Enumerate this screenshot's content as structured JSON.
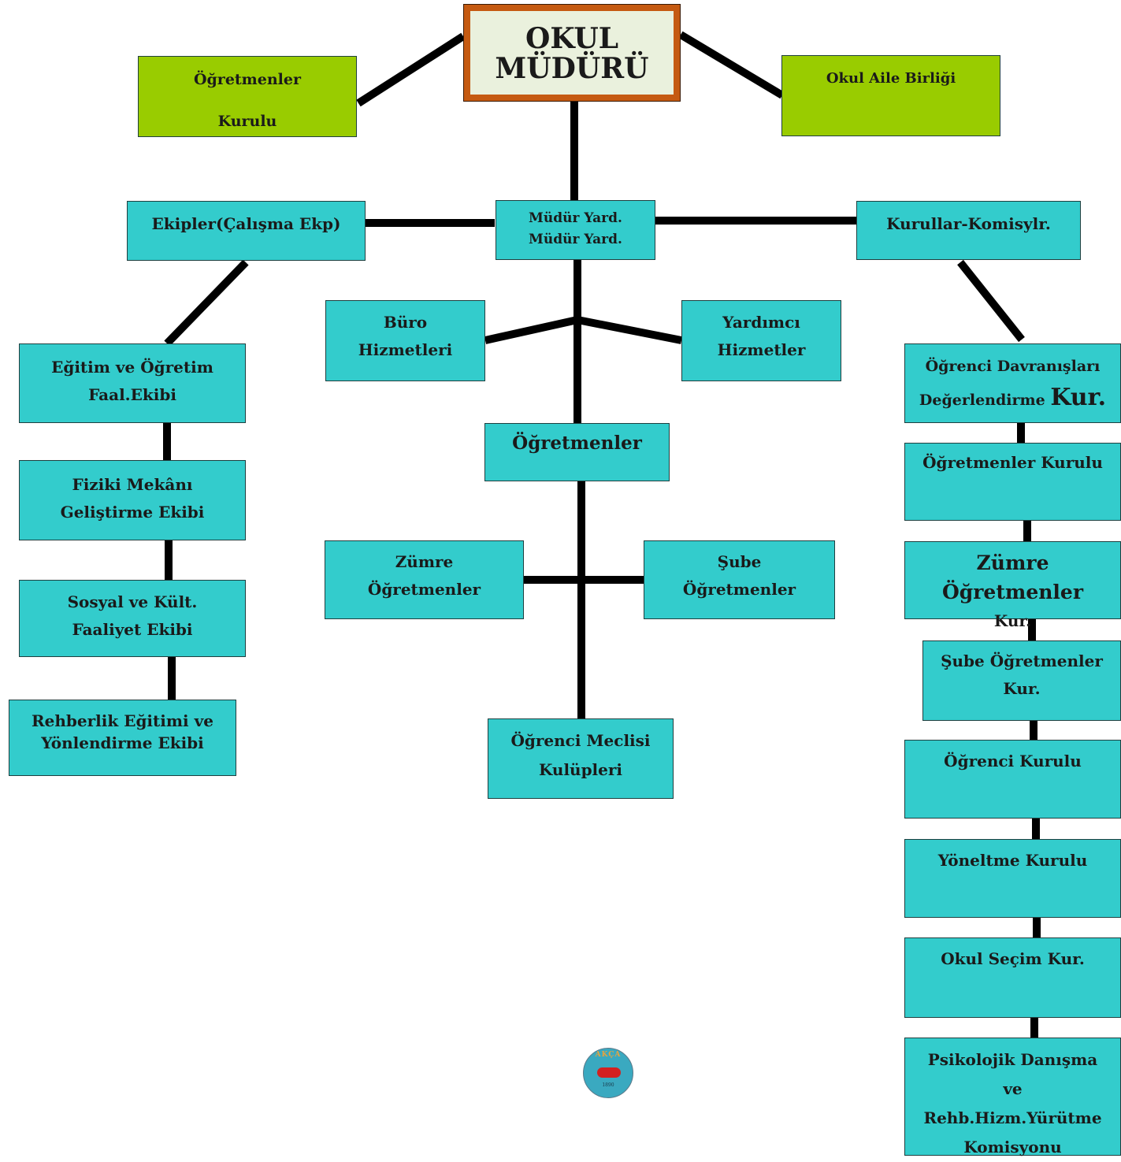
{
  "root": {
    "lines": [
      "OKUL",
      "MÜDÜRÜ"
    ]
  },
  "top_left": {
    "lines": [
      "Öğretmenler",
      "Kurulu"
    ]
  },
  "top_right": {
    "lines": [
      "Okul Aile Birliği"
    ]
  },
  "center": {
    "lines": [
      "Müdür Yard.",
      "Müdür Yard."
    ]
  },
  "left_header": {
    "lines": [
      "Ekipler(Çalışma Ekp)"
    ]
  },
  "right_header": {
    "lines": [
      "Kurullar-Komisylr."
    ]
  },
  "buro": {
    "lines": [
      "Büro",
      "Hizmetleri"
    ]
  },
  "yardimci": {
    "lines": [
      "Yardımcı",
      "Hizmetler"
    ]
  },
  "ogretmenler": {
    "lines": [
      "Öğretmenler"
    ]
  },
  "zumre": {
    "lines": [
      "Zümre",
      "Öğretmenler"
    ]
  },
  "sube": {
    "lines": [
      "Şube",
      "Öğretmenler"
    ]
  },
  "meclis": {
    "lines": [
      "Öğrenci Meclisi",
      "Kulüpleri"
    ]
  },
  "left_column": [
    {
      "lines": [
        "Eğitim ve Öğretim",
        "Faal.Ekibi"
      ]
    },
    {
      "lines": [
        "Fiziki Mekânı",
        "Geliştirme Ekibi"
      ]
    },
    {
      "lines": [
        "Sosyal ve Kült.",
        "Faaliyet Ekibi"
      ]
    },
    {
      "lines": [
        "Rehberlik Eğitimi ve",
        "Yönlendirme  Ekibi"
      ]
    }
  ],
  "right_column": [
    {
      "lines": [
        "Öğrenci Davranışları",
        "Değerlendirme"
      ],
      "suffix": "Kur."
    },
    {
      "lines": [
        "Öğretmenler Kurulu"
      ]
    },
    {
      "lines": [
        "Zümre Öğretmenler",
        "Kur."
      ]
    },
    {
      "lines": [
        "Şube Öğretmenler",
        "Kur."
      ]
    },
    {
      "lines": [
        "Öğrenci Kurulu"
      ]
    },
    {
      "lines": [
        "Yöneltme Kurulu"
      ]
    },
    {
      "lines": [
        "Okul Seçim Kur."
      ]
    },
    {
      "lines": [
        "Psikolojik Danışma",
        "ve",
        "Rehb.Hizm.Yürütme",
        "Komisyonu"
      ]
    }
  ],
  "logo": {
    "top": "AKÇA",
    "bottom": "1890"
  },
  "colors": {
    "box": "#33cccc",
    "green": "#99cc00",
    "root_frame": "#c55a11",
    "root_fill": "#eaf1dd",
    "line": "#000000"
  }
}
